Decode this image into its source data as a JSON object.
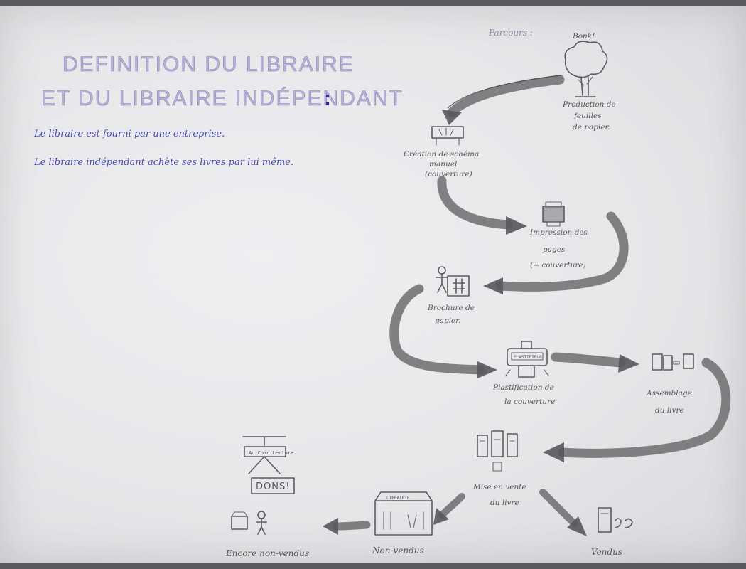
{
  "heading": {
    "line1": "DEFINITION DU LIBRAIRE",
    "line2": "ET DU LIBRAIRE INDÉPENDANT",
    "colon": ":"
  },
  "definitions": [
    "Le libraire est fourni par une entreprise.",
    "Le libraire indépendant achète ses livres par lui même."
  ],
  "parcours_label": "Parcours :",
  "steps": {
    "tree_exclaim": "Bonk!",
    "production": [
      "Production de",
      "feuilles",
      "de papier."
    ],
    "creation": [
      "Création de schéma",
      "manuel",
      "(couverture)"
    ],
    "impression": [
      "Impression des",
      "pages",
      "(+ couverture)"
    ],
    "brochure": [
      "Brochure de",
      "papier."
    ],
    "plastification": [
      "Plastification de",
      "la couverture"
    ],
    "assemblage": [
      "Assemblage",
      "du livre"
    ],
    "mise_en_vente": [
      "Mise en vente",
      "du livre"
    ],
    "vendus": "Vendus",
    "non_vendus": "Non-vendus",
    "encore": "Encore non-vendus"
  },
  "sign": {
    "top": "Au Coin Lecture",
    "dons": "DONS!"
  },
  "machine_label": "PLASTIFIEUR",
  "shop_label": "LIBRAIRIE"
}
